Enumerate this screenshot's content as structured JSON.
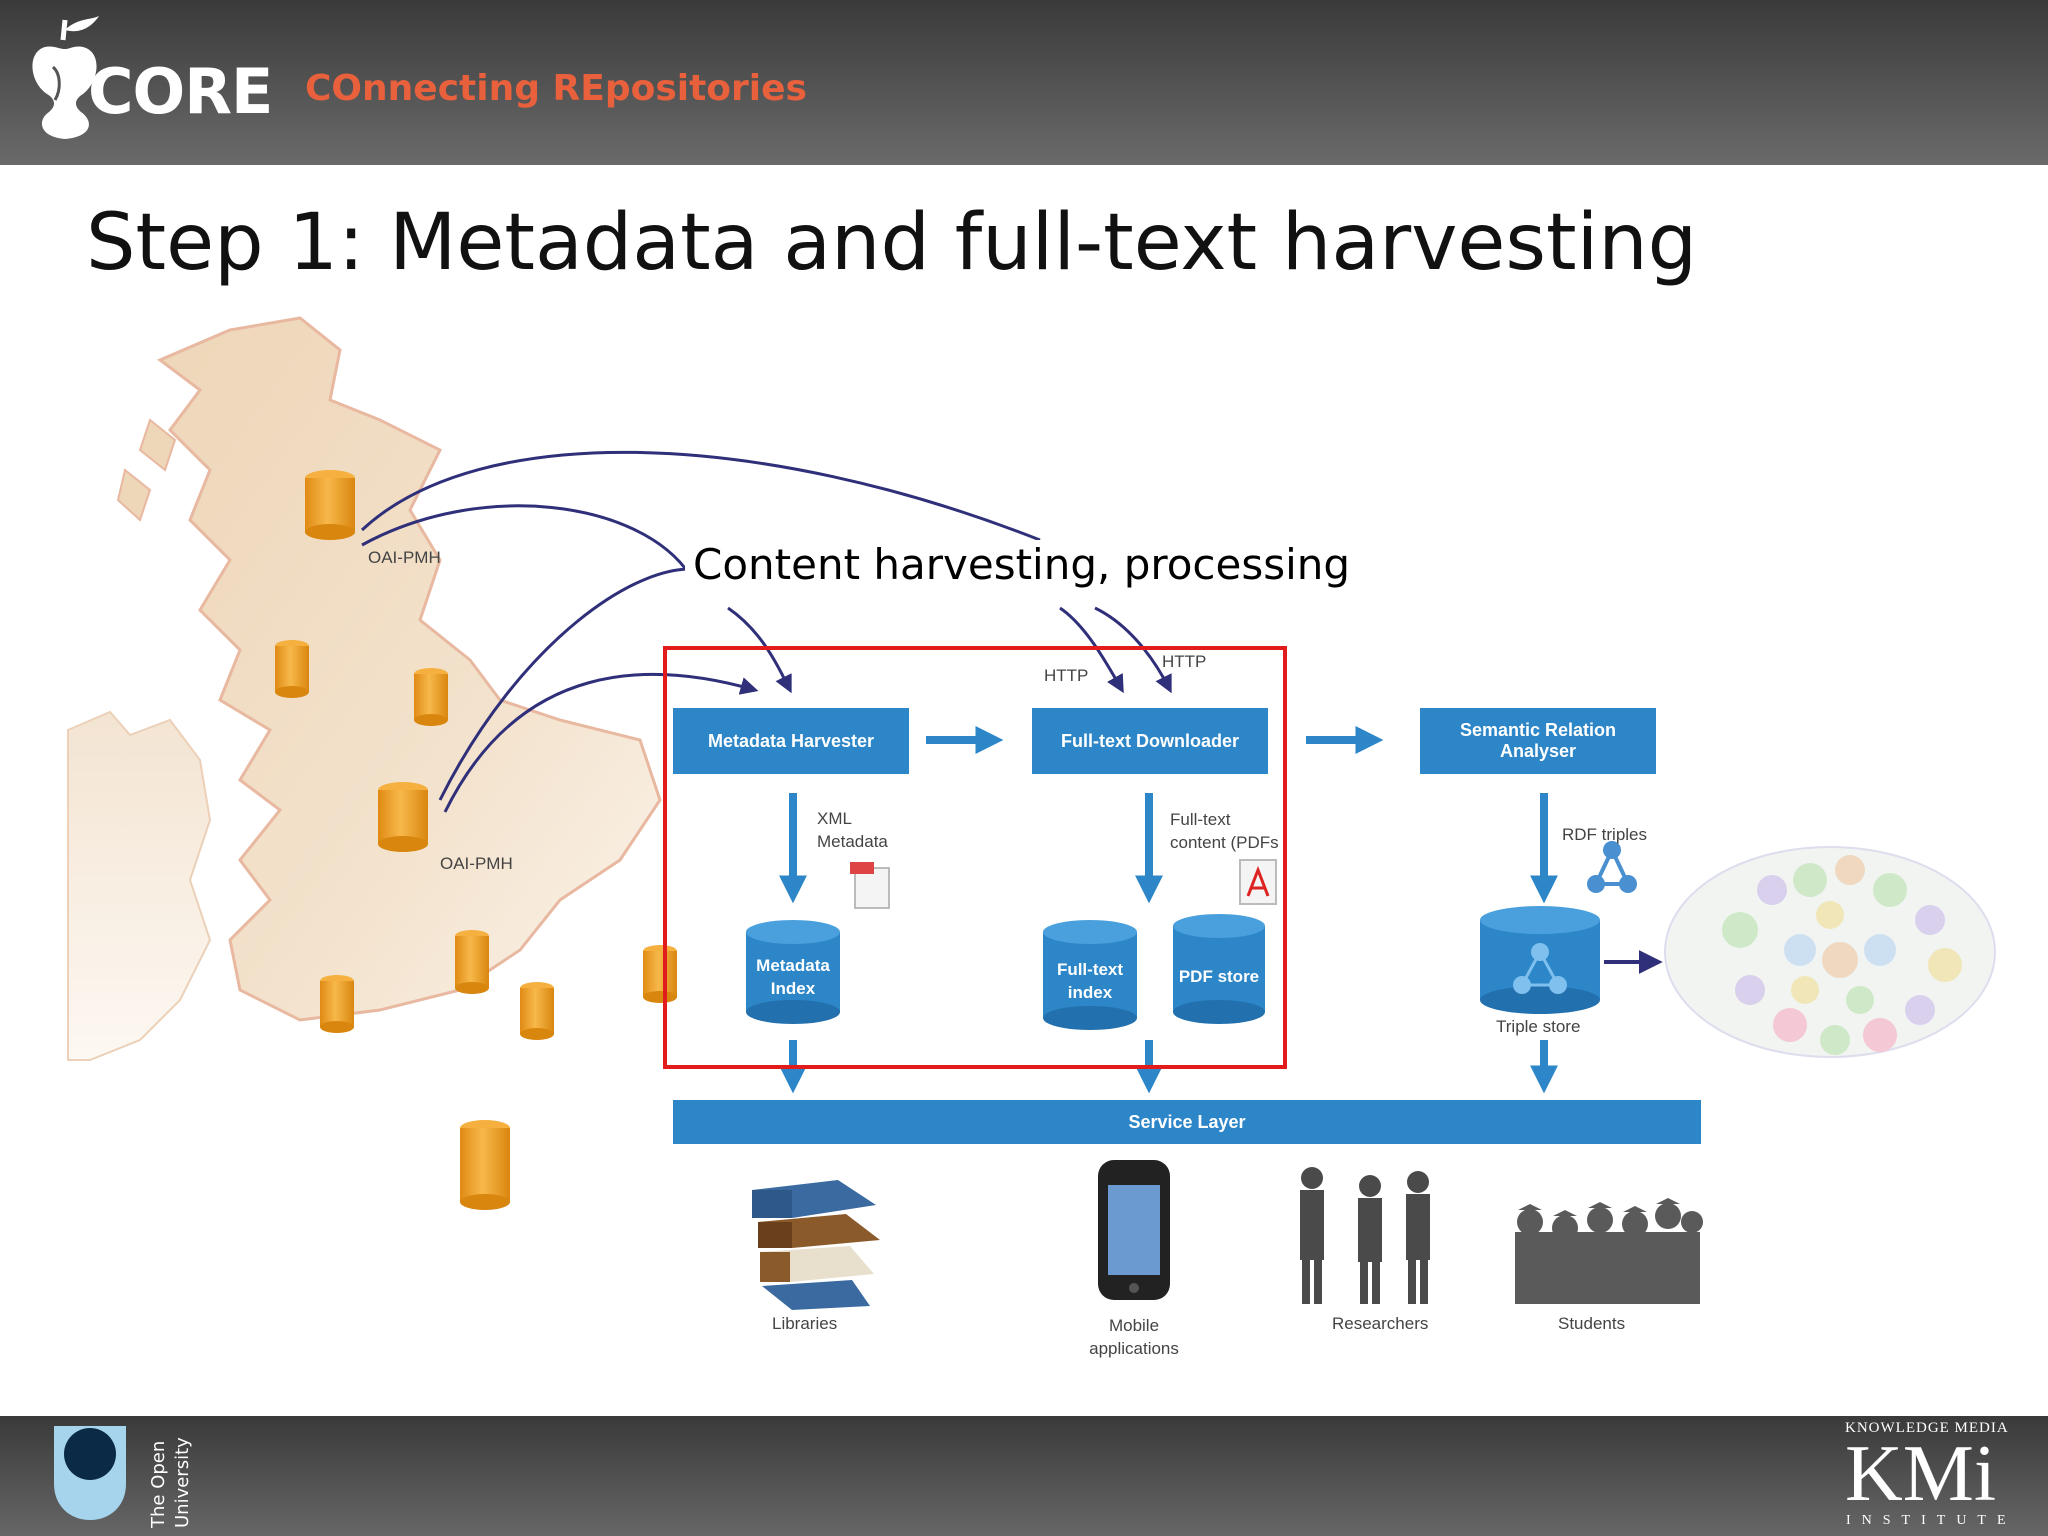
{
  "header": {
    "logo_text": "CORE",
    "tagline": "COnnecting REpositories"
  },
  "title": "Step 1: Metadata and full-text harvesting",
  "caption": "Content harvesting, processing",
  "map": {
    "protocol_top": "OAI-PMH",
    "protocol_bottom": "OAI-PMH"
  },
  "diagram": {
    "http_left": "HTTP",
    "http_right": "HTTP",
    "metadata_harvester": "Metadata Harvester",
    "fulltext_downloader": "Full-text Downloader",
    "semantic_analyser": "Semantic Relation Analyser",
    "xml_line1": "XML",
    "xml_line2": "Metadata",
    "fulltext_line1": "Full-text",
    "fulltext_line2": "content (PDFs",
    "rdf_triples": "RDF triples",
    "metadata_index_line1": "Metadata",
    "metadata_index_line2": "Index",
    "fulltext_index_line1": "Full-text",
    "fulltext_index_line2": "index",
    "pdf_store": "PDF store",
    "triple_store": "Triple store",
    "service_layer": "Service Layer"
  },
  "consumers": {
    "libraries": "Libraries",
    "mobile_line1": "Mobile",
    "mobile_line2": "applications",
    "researchers": "Researchers",
    "students": "Students"
  },
  "footer": {
    "ou_line1": "The Open",
    "ou_line2": "University",
    "kmi_top": "KNOWLEDGE MEDIA",
    "kmi_main": "KMi",
    "kmi_bottom": "INSTITUTE"
  },
  "colors": {
    "accent": "#e8603c",
    "box_blue": "#2c86c8",
    "highlight_red": "#e21b1b",
    "map_fill": "#f0dcc4",
    "repository_orange": "#f0a830"
  }
}
